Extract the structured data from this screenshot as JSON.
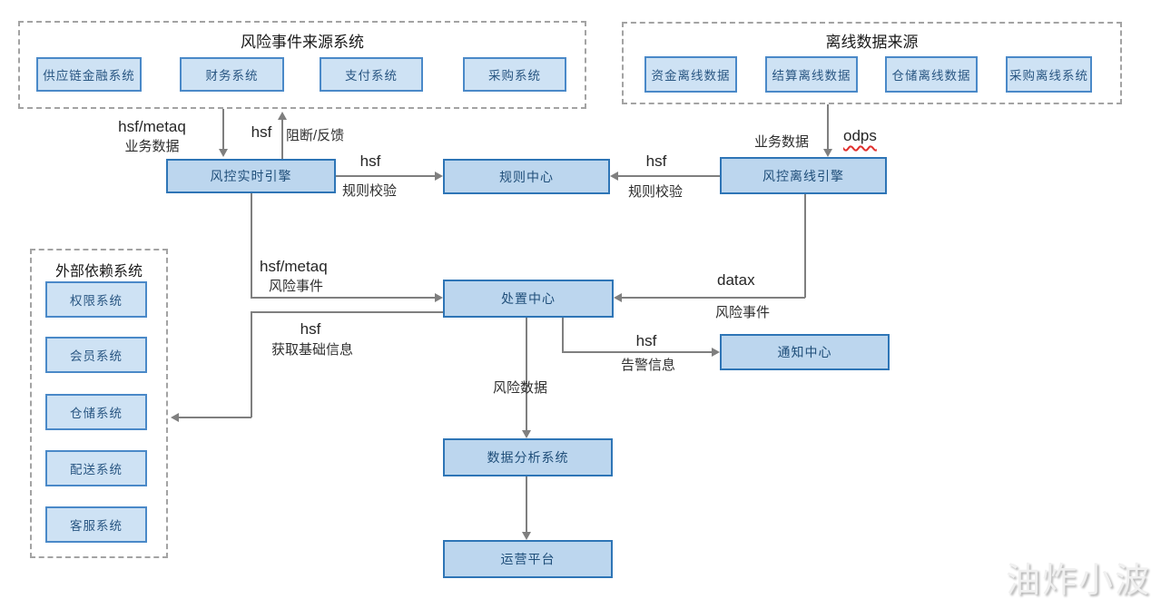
{
  "groups": {
    "risk_sources": {
      "title": "风险事件来源系统",
      "items": [
        "供应链金融系统",
        "财务系统",
        "支付系统",
        "采购系统"
      ]
    },
    "offline_sources": {
      "title": "离线数据来源",
      "items": [
        "资金离线数据",
        "结算离线数据",
        "仓储离线数据",
        "采购离线系统"
      ]
    },
    "external_deps": {
      "title": "外部依赖系统",
      "items": [
        "权限系统",
        "会员系统",
        "仓储系统",
        "配送系统",
        "客服系统"
      ]
    }
  },
  "nodes": {
    "realtime_engine": "风控实时引擎",
    "rule_center": "规则中心",
    "offline_engine": "风控离线引擎",
    "disposal_center": "处置中心",
    "notify_center": "通知中心",
    "data_analysis": "数据分析系统",
    "operation_platform": "运营平台"
  },
  "edges": {
    "source_to_realtime": {
      "protocol": "hsf/metaq",
      "label": "业务数据"
    },
    "realtime_feedback": {
      "protocol": "hsf",
      "label": "阻断/反馈"
    },
    "realtime_to_rule": {
      "protocol": "hsf",
      "label": "规则校验"
    },
    "offline_to_rule": {
      "protocol": "hsf",
      "label": "规则校验"
    },
    "source_to_offline": {
      "label": "业务数据",
      "protocol": "odps"
    },
    "realtime_to_disposal": {
      "protocol": "hsf/metaq",
      "label": "风险事件"
    },
    "disposal_to_external": {
      "protocol": "hsf",
      "label": "获取基础信息"
    },
    "offline_to_disposal": {
      "protocol": "datax",
      "label": "风险事件"
    },
    "disposal_to_notify": {
      "protocol": "hsf",
      "label": "告警信息"
    },
    "disposal_to_analysis": {
      "label": "风险数据"
    }
  },
  "watermark": "油炸小波",
  "colors": {
    "node_fill": "#bcd6ee",
    "node_border": "#2e75b6",
    "source_fill": "#cee2f4",
    "source_border": "#4a89c8",
    "node_text": "#1f4e79",
    "line": "#7f7f7f",
    "dashed_border": "#a3a3a3",
    "squiggle": "#e0302e"
  }
}
